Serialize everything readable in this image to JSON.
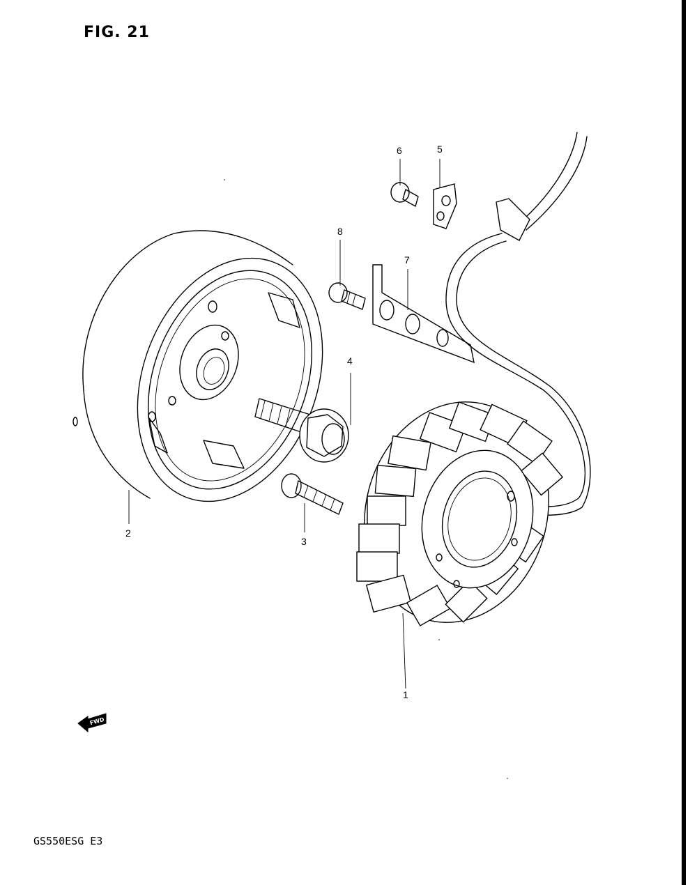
{
  "figure": {
    "title": "FIG. 21",
    "model_code": "GS550ESG E3",
    "fwd_label": "FWD"
  },
  "parts": [
    {
      "callout": "1",
      "name": "stator"
    },
    {
      "callout": "2",
      "name": "rotor"
    },
    {
      "callout": "3",
      "name": "bolt"
    },
    {
      "callout": "4",
      "name": "bolt"
    },
    {
      "callout": "5",
      "name": "gasket"
    },
    {
      "callout": "6",
      "name": "bolt"
    },
    {
      "callout": "7",
      "name": "clamp"
    },
    {
      "callout": "8",
      "name": "bolt"
    }
  ]
}
